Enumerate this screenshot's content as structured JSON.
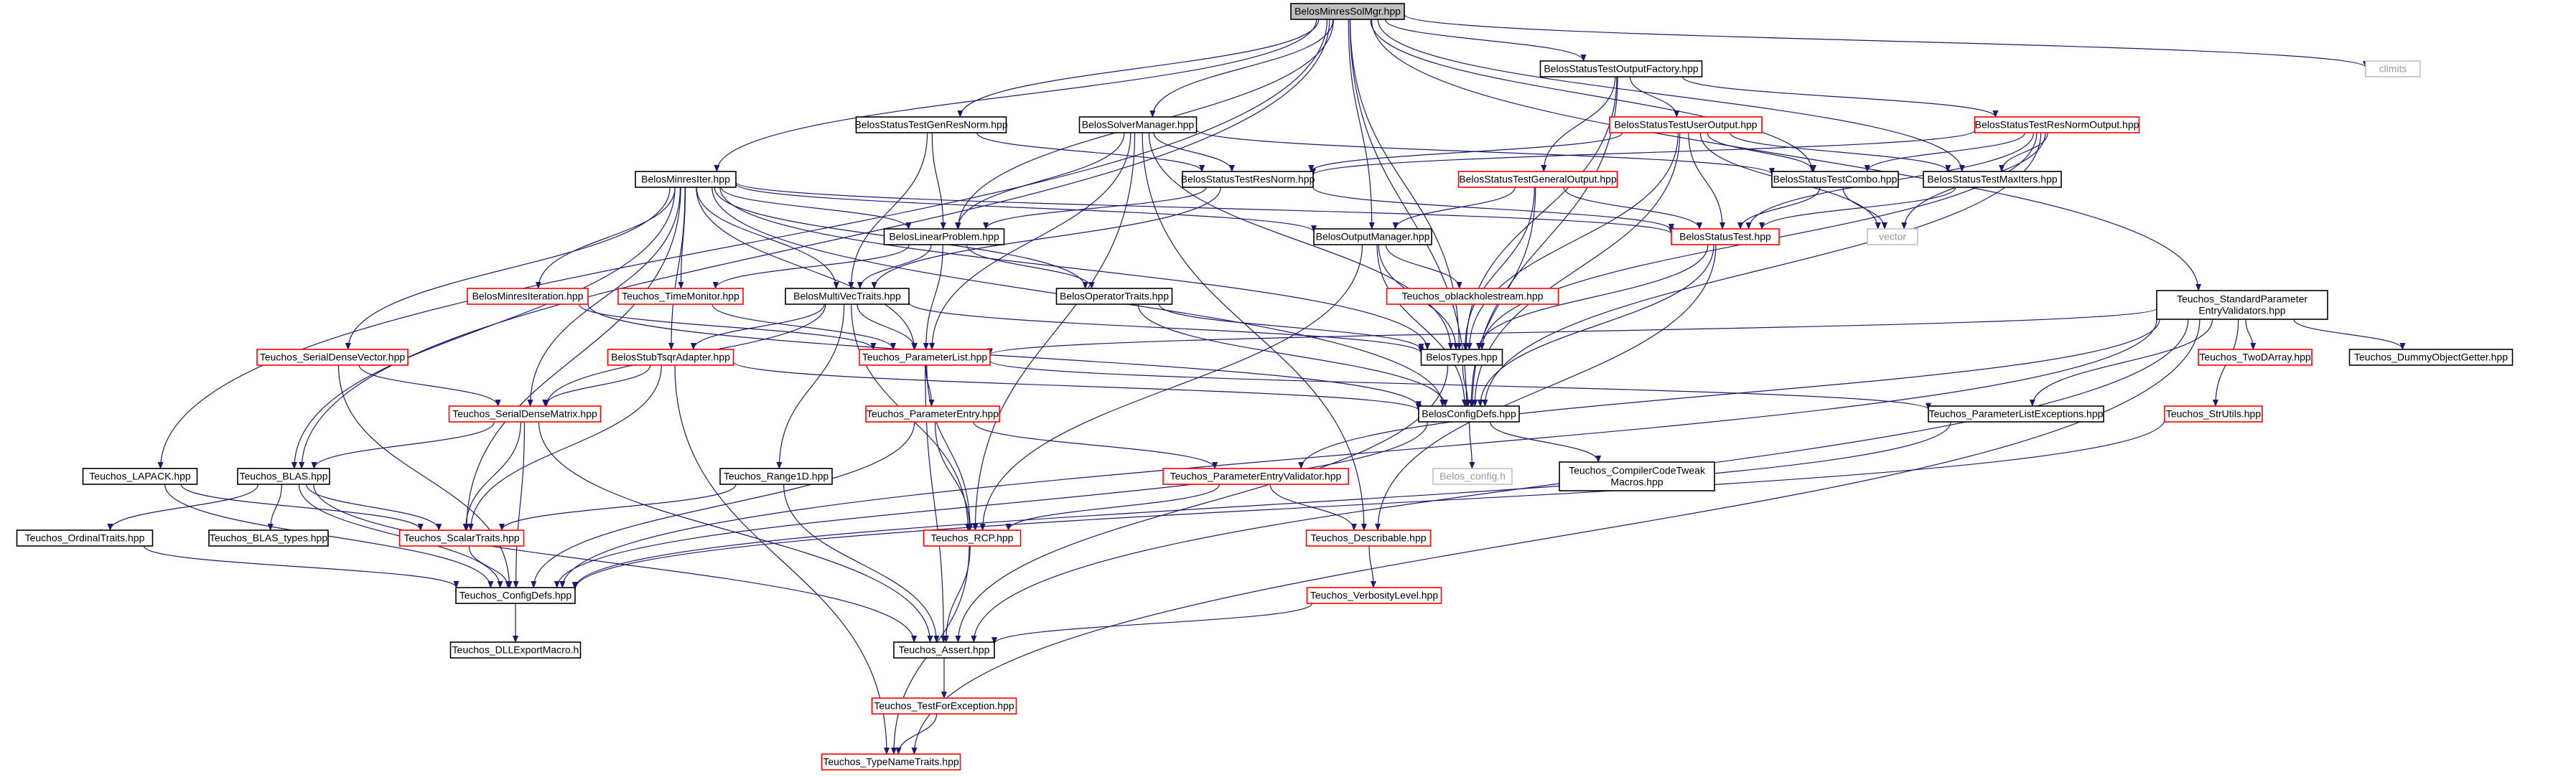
{
  "diagram": {
    "type": "include-dependency-graph",
    "colors": {
      "background": "#ffffff",
      "edge": "#191970",
      "root_fill": "#bfbfbf",
      "node_border": "#000000",
      "node_border_red": "#ff0000",
      "node_border_gray": "#bfbfbf",
      "text": "#000000",
      "text_gray": "#999999"
    },
    "nodes": [
      {
        "id": "n0",
        "lines": [
          "BelosMinresSolMgr.hpp"
        ],
        "style": "root"
      },
      {
        "id": "n1",
        "lines": [
          "BelosStatusTestOutputFactory.hpp"
        ],
        "style": "black"
      },
      {
        "id": "n2",
        "lines": [
          "climits"
        ],
        "style": "gray"
      },
      {
        "id": "n3",
        "lines": [
          "BelosStatusTestGenResNorm.hpp"
        ],
        "style": "black"
      },
      {
        "id": "n4",
        "lines": [
          "BelosSolverManager.hpp"
        ],
        "style": "black"
      },
      {
        "id": "n5",
        "lines": [
          "BelosStatusTestUserOutput.hpp"
        ],
        "style": "red"
      },
      {
        "id": "n6",
        "lines": [
          "BelosStatusTestResNormOutput.hpp"
        ],
        "style": "red"
      },
      {
        "id": "n7",
        "lines": [
          "BelosMinresIter.hpp"
        ],
        "style": "black"
      },
      {
        "id": "n8",
        "lines": [
          "BelosStatusTestResNorm.hpp"
        ],
        "style": "black"
      },
      {
        "id": "n9",
        "lines": [
          "BelosStatusTestGeneralOutput.hpp"
        ],
        "style": "red"
      },
      {
        "id": "n10",
        "lines": [
          "BelosStatusTestCombo.hpp"
        ],
        "style": "black"
      },
      {
        "id": "n11",
        "lines": [
          "BelosStatusTestMaxIters.hpp"
        ],
        "style": "black"
      },
      {
        "id": "n12",
        "lines": [
          "BelosLinearProblem.hpp"
        ],
        "style": "black"
      },
      {
        "id": "n13",
        "lines": [
          "BelosOutputManager.hpp"
        ],
        "style": "black"
      },
      {
        "id": "n14",
        "lines": [
          "BelosStatusTest.hpp"
        ],
        "style": "red"
      },
      {
        "id": "n15",
        "lines": [
          "vector"
        ],
        "style": "gray"
      },
      {
        "id": "n16",
        "lines": [
          "BelosMinresIteration.hpp"
        ],
        "style": "red"
      },
      {
        "id": "n17",
        "lines": [
          "Teuchos_TimeMonitor.hpp"
        ],
        "style": "red"
      },
      {
        "id": "n18",
        "lines": [
          "BelosMultiVecTraits.hpp"
        ],
        "style": "black"
      },
      {
        "id": "n19",
        "lines": [
          "BelosOperatorTraits.hpp"
        ],
        "style": "black"
      },
      {
        "id": "n20",
        "lines": [
          "Teuchos_oblackholestream.hpp"
        ],
        "style": "red"
      },
      {
        "id": "n21",
        "lines": [
          "Teuchos_StandardParameter",
          "EntryValidators.hpp"
        ],
        "style": "black"
      },
      {
        "id": "n22",
        "lines": [
          "Teuchos_SerialDenseVector.hpp"
        ],
        "style": "red"
      },
      {
        "id": "n23",
        "lines": [
          "BelosStubTsqrAdapter.hpp"
        ],
        "style": "red"
      },
      {
        "id": "n24",
        "lines": [
          "Teuchos_ParameterList.hpp"
        ],
        "style": "red"
      },
      {
        "id": "n25",
        "lines": [
          "BelosTypes.hpp"
        ],
        "style": "black"
      },
      {
        "id": "n26",
        "lines": [
          "Teuchos_TwoDArray.hpp"
        ],
        "style": "red"
      },
      {
        "id": "n27",
        "lines": [
          "Teuchos_DummyObjectGetter.hpp"
        ],
        "style": "black"
      },
      {
        "id": "n28",
        "lines": [
          "Teuchos_SerialDenseMatrix.hpp"
        ],
        "style": "red"
      },
      {
        "id": "n29",
        "lines": [
          "Teuchos_ParameterEntry.hpp"
        ],
        "style": "red"
      },
      {
        "id": "n30",
        "lines": [
          "BelosConfigDefs.hpp"
        ],
        "style": "black"
      },
      {
        "id": "n31",
        "lines": [
          "Teuchos_ParameterListExceptions.hpp"
        ],
        "style": "black"
      },
      {
        "id": "n32",
        "lines": [
          "Teuchos_StrUtils.hpp"
        ],
        "style": "red"
      },
      {
        "id": "n33",
        "lines": [
          "Teuchos_LAPACK.hpp"
        ],
        "style": "black"
      },
      {
        "id": "n34",
        "lines": [
          "Teuchos_BLAS.hpp"
        ],
        "style": "black"
      },
      {
        "id": "n35",
        "lines": [
          "Teuchos_Range1D.hpp"
        ],
        "style": "black"
      },
      {
        "id": "n36",
        "lines": [
          "Teuchos_ParameterEntryValidator.hpp"
        ],
        "style": "red"
      },
      {
        "id": "n37",
        "lines": [
          "Belos_config.h"
        ],
        "style": "gray"
      },
      {
        "id": "n38",
        "lines": [
          "Teuchos_CompilerCodeTweak",
          "Macros.hpp"
        ],
        "style": "black"
      },
      {
        "id": "n39",
        "lines": [
          "Teuchos_OrdinalTraits.hpp"
        ],
        "style": "black"
      },
      {
        "id": "n40",
        "lines": [
          "Teuchos_BLAS_types.hpp"
        ],
        "style": "black"
      },
      {
        "id": "n41",
        "lines": [
          "Teuchos_ScalarTraits.hpp"
        ],
        "style": "red"
      },
      {
        "id": "n42",
        "lines": [
          "Teuchos_RCP.hpp"
        ],
        "style": "red"
      },
      {
        "id": "n43",
        "lines": [
          "Teuchos_Describable.hpp"
        ],
        "style": "red"
      },
      {
        "id": "n44",
        "lines": [
          "Teuchos_ConfigDefs.hpp"
        ],
        "style": "black"
      },
      {
        "id": "n45",
        "lines": [
          "Teuchos_VerbosityLevel.hpp"
        ],
        "style": "red"
      },
      {
        "id": "n46",
        "lines": [
          "Teuchos_DLLExportMacro.h"
        ],
        "style": "black"
      },
      {
        "id": "n47",
        "lines": [
          "Teuchos_Assert.hpp"
        ],
        "style": "black"
      },
      {
        "id": "n48",
        "lines": [
          "Teuchos_TestForException.hpp"
        ],
        "style": "red"
      },
      {
        "id": "n49",
        "lines": [
          "Teuchos_TypeNameTraits.hpp"
        ],
        "style": "red"
      }
    ],
    "edges": [
      [
        "n0",
        "n1"
      ],
      [
        "n0",
        "n2"
      ],
      [
        "n0",
        "n3"
      ],
      [
        "n0",
        "n4"
      ],
      [
        "n0",
        "n7"
      ],
      [
        "n0",
        "n10"
      ],
      [
        "n0",
        "n11"
      ],
      [
        "n0",
        "n12"
      ],
      [
        "n0",
        "n13"
      ],
      [
        "n0",
        "n25"
      ],
      [
        "n0",
        "n30"
      ],
      [
        "n0",
        "n33"
      ],
      [
        "n0",
        "n34"
      ],
      [
        "n0",
        "n21"
      ],
      [
        "n1",
        "n5"
      ],
      [
        "n1",
        "n6"
      ],
      [
        "n1",
        "n9"
      ],
      [
        "n1",
        "n25"
      ],
      [
        "n1",
        "n30"
      ],
      [
        "n3",
        "n8"
      ],
      [
        "n3",
        "n12"
      ],
      [
        "n3",
        "n18"
      ],
      [
        "n4",
        "n12"
      ],
      [
        "n4",
        "n10"
      ],
      [
        "n4",
        "n25"
      ],
      [
        "n4",
        "n24"
      ],
      [
        "n4",
        "n42"
      ],
      [
        "n4",
        "n43"
      ],
      [
        "n4",
        "n8"
      ],
      [
        "n5",
        "n8"
      ],
      [
        "n5",
        "n10"
      ],
      [
        "n5",
        "n11"
      ],
      [
        "n5",
        "n14"
      ],
      [
        "n5",
        "n15"
      ],
      [
        "n5",
        "n25"
      ],
      [
        "n5",
        "n30"
      ],
      [
        "n6",
        "n8"
      ],
      [
        "n6",
        "n10"
      ],
      [
        "n6",
        "n11"
      ],
      [
        "n6",
        "n14"
      ],
      [
        "n6",
        "n15"
      ],
      [
        "n6",
        "n25"
      ],
      [
        "n6",
        "n30"
      ],
      [
        "n7",
        "n12"
      ],
      [
        "n7",
        "n13"
      ],
      [
        "n7",
        "n14"
      ],
      [
        "n7",
        "n16"
      ],
      [
        "n7",
        "n17"
      ],
      [
        "n7",
        "n18"
      ],
      [
        "n7",
        "n19"
      ],
      [
        "n7",
        "n22"
      ],
      [
        "n7",
        "n23"
      ],
      [
        "n7",
        "n24"
      ],
      [
        "n7",
        "n25"
      ],
      [
        "n7",
        "n28"
      ],
      [
        "n7",
        "n34"
      ],
      [
        "n7",
        "n41"
      ],
      [
        "n7",
        "n30"
      ],
      [
        "n8",
        "n12"
      ],
      [
        "n8",
        "n14"
      ],
      [
        "n8",
        "n18"
      ],
      [
        "n9",
        "n13"
      ],
      [
        "n9",
        "n14"
      ],
      [
        "n9",
        "n25"
      ],
      [
        "n9",
        "n30"
      ],
      [
        "n10",
        "n14"
      ],
      [
        "n10",
        "n15"
      ],
      [
        "n11",
        "n14"
      ],
      [
        "n12",
        "n17"
      ],
      [
        "n12",
        "n18"
      ],
      [
        "n12",
        "n19"
      ],
      [
        "n12",
        "n24"
      ],
      [
        "n13",
        "n20"
      ],
      [
        "n13",
        "n25"
      ],
      [
        "n13",
        "n30"
      ],
      [
        "n13",
        "n42"
      ],
      [
        "n14",
        "n25"
      ],
      [
        "n14",
        "n30"
      ],
      [
        "n14",
        "n43"
      ],
      [
        "n16",
        "n24"
      ],
      [
        "n16",
        "n30"
      ],
      [
        "n17",
        "n24"
      ],
      [
        "n18",
        "n23"
      ],
      [
        "n18",
        "n24"
      ],
      [
        "n18",
        "n25"
      ],
      [
        "n18",
        "n28"
      ],
      [
        "n18",
        "n35"
      ],
      [
        "n18",
        "n42"
      ],
      [
        "n19",
        "n25"
      ],
      [
        "n19",
        "n30"
      ],
      [
        "n21",
        "n24"
      ],
      [
        "n21",
        "n26"
      ],
      [
        "n21",
        "n27"
      ],
      [
        "n21",
        "n31"
      ],
      [
        "n21",
        "n32"
      ],
      [
        "n21",
        "n36"
      ],
      [
        "n21",
        "n44"
      ],
      [
        "n21",
        "n47"
      ],
      [
        "n21",
        "n49"
      ],
      [
        "n22",
        "n28"
      ],
      [
        "n22",
        "n44"
      ],
      [
        "n23",
        "n28"
      ],
      [
        "n23",
        "n41"
      ],
      [
        "n23",
        "n30"
      ],
      [
        "n23",
        "n49"
      ],
      [
        "n24",
        "n29"
      ],
      [
        "n24",
        "n31"
      ],
      [
        "n24",
        "n42"
      ],
      [
        "n24",
        "n47"
      ],
      [
        "n25",
        "n30"
      ],
      [
        "n25",
        "n47"
      ],
      [
        "n28",
        "n34"
      ],
      [
        "n28",
        "n41"
      ],
      [
        "n28",
        "n44"
      ],
      [
        "n28",
        "n47"
      ],
      [
        "n29",
        "n36"
      ],
      [
        "n29",
        "n42"
      ],
      [
        "n29",
        "n44"
      ],
      [
        "n30",
        "n37"
      ],
      [
        "n30",
        "n38"
      ],
      [
        "n30",
        "n44"
      ],
      [
        "n31",
        "n44"
      ],
      [
        "n32",
        "n44"
      ],
      [
        "n33",
        "n41"
      ],
      [
        "n33",
        "n44"
      ],
      [
        "n34",
        "n39"
      ],
      [
        "n34",
        "n40"
      ],
      [
        "n34",
        "n41"
      ],
      [
        "n34",
        "n44"
      ],
      [
        "n34",
        "n47"
      ],
      [
        "n35",
        "n41"
      ],
      [
        "n35",
        "n47"
      ],
      [
        "n36",
        "n42"
      ],
      [
        "n36",
        "n43"
      ],
      [
        "n39",
        "n44"
      ],
      [
        "n41",
        "n44"
      ],
      [
        "n42",
        "n47"
      ],
      [
        "n42",
        "n49"
      ],
      [
        "n43",
        "n45"
      ],
      [
        "n44",
        "n46"
      ],
      [
        "n45",
        "n47"
      ],
      [
        "n47",
        "n48"
      ],
      [
        "n48",
        "n49"
      ]
    ]
  }
}
